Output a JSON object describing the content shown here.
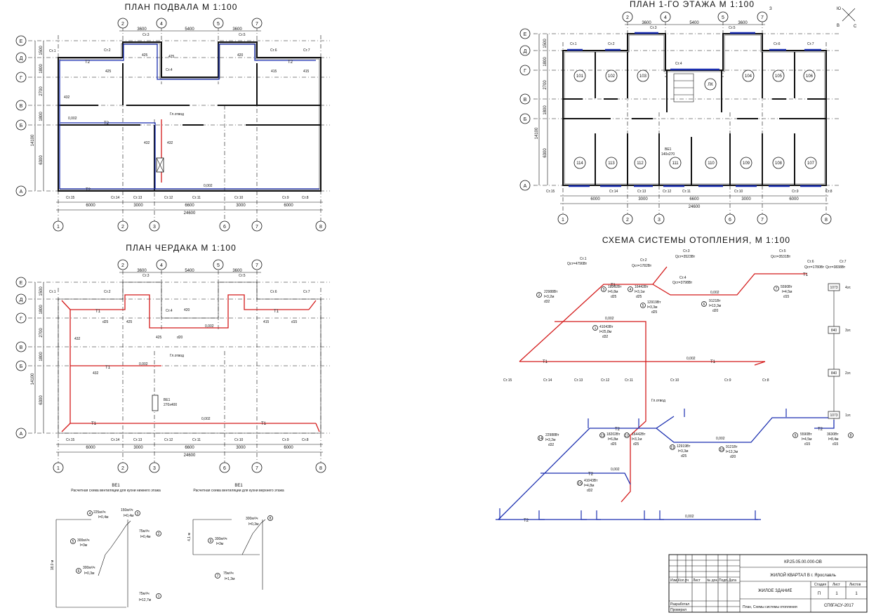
{
  "titles": {
    "basement": "ПЛАН ПОДВАЛА  М 1:100",
    "floor1": "ПЛАН 1-ГО ЭТАЖА  М 1:100",
    "attic": "ПЛАН ЧЕРДАКА  М 1:100",
    "scheme": "СХЕМА СИСТЕМЫ ОТОПЛЕНИЯ,  М 1:100"
  },
  "axes": {
    "rows": [
      "Е",
      "Д",
      "Г",
      "В",
      "Б",
      "А"
    ],
    "cols_bottom": [
      "1",
      "2",
      "3",
      "6",
      "7",
      "8"
    ],
    "cols_top": [
      "2",
      "4",
      "5",
      "7"
    ],
    "row_dims": [
      "1500",
      "1800",
      "2700",
      "1800",
      "6300"
    ],
    "total_height": "14100",
    "top_dims": [
      "3600",
      "5400",
      "3600"
    ],
    "bottom_dims": [
      "6000",
      "3000",
      "6600",
      "3000",
      "6000"
    ],
    "total_width": "24600"
  },
  "risers_top": [
    "Ст.1",
    "Ст.2",
    "Ст.3",
    "Ст.4",
    "Ст.5",
    "Ст.6",
    "Ст.7"
  ],
  "risers_bottom": [
    "Ст.15",
    "Ст.14",
    "Ст.13",
    "Ст.12",
    "Ст.11",
    "Ст.10",
    "Ст.9",
    "Ст.8"
  ],
  "pipe_labels": {
    "d25": "425",
    "d32": "432",
    "d20": "420",
    "d15": "415",
    "slope": "0,002",
    "t1": "Т1",
    "t2": "Т2",
    "gas": "Гл.отвод",
    "d25b": "d25",
    "d15b": "d15",
    "d32b": "d32",
    "d20b": "d20"
  },
  "rooms": [
    "101",
    "102",
    "103",
    "ЛК",
    "104",
    "105",
    "106",
    "114",
    "113",
    "112",
    "111",
    "110",
    "109",
    "108",
    "107"
  ],
  "compass": {
    "n": "Ю",
    "s": "С",
    "w": "В",
    "e": "З"
  },
  "vent": {
    "label": "ВЕ1",
    "size": "140х270",
    "size_attic": "270х400"
  },
  "scheme": {
    "risers": [
      {
        "name": "Ст.1",
        "q": "Qст=4796Вт"
      },
      {
        "name": "Ст.2",
        "q": "Qст=1782Вт"
      },
      {
        "name": "Ст.3",
        "q": "Qст=3523Вт"
      },
      {
        "name": "Ст.4",
        "q": "Qст=3798Вт"
      },
      {
        "name": "Ст.5",
        "q": "Qст=3531Вт"
      },
      {
        "name": "Ст.6",
        "q": "Qст=1780Вт"
      },
      {
        "name": "Ст.7",
        "q": "Qст=3838Вт"
      }
    ],
    "segments": [
      {
        "n": "2",
        "q": "22988Вт",
        "l": "l=3,2м",
        "d": "d32"
      },
      {
        "n": "3",
        "q": "18202Вт",
        "l": "l=6,8м",
        "d": "d25"
      },
      {
        "n": "4",
        "q": "16442Вт",
        "l": "l=3,1м",
        "d": "d25"
      },
      {
        "n": "5",
        "q": "12919Вт",
        "l": "l=3,3м",
        "d": "d25"
      },
      {
        "n": "6",
        "q": "9121Вт",
        "l": "l=13,3м",
        "d": "d20"
      },
      {
        "n": "7",
        "q": "5590Вт",
        "l": "l=4,5м",
        "d": "d15"
      },
      {
        "n": "1",
        "q": "41043Вт",
        "l": "l=25,8м",
        "d": "d32"
      }
    ],
    "floors": [
      {
        "label": "4эт.",
        "value": "1073"
      },
      {
        "label": "3эт.",
        "value": "840"
      },
      {
        "label": "2эт.",
        "value": "840"
      },
      {
        "label": "1эт.",
        "value": "1073"
      }
    ],
    "return_segments": [
      {
        "n": "14",
        "q": "22988Вт",
        "l": "l=3,2м",
        "d": "d32"
      },
      {
        "n": "13",
        "q": "18202Вт",
        "l": "l=6,8м",
        "d": "d25"
      },
      {
        "n": "12",
        "q": "16442Вт",
        "l": "l=3,1м",
        "d": "d25"
      },
      {
        "n": "11",
        "q": "12919Вт",
        "l": "l=3,3м",
        "d": "d25"
      },
      {
        "n": "10",
        "q": "9121Вт",
        "l": "l=13,3м",
        "d": "d20"
      },
      {
        "n": "9",
        "q": "5590Вт",
        "l": "l=4,5м",
        "d": "d15"
      },
      {
        "n": "15",
        "q": "41043Вт",
        "l": "l=4,8м",
        "d": "d32"
      },
      {
        "n": "8",
        "q": "3630Вт",
        "l": "l=8,4м",
        "d": "d15"
      }
    ]
  },
  "vent_schemes": [
    {
      "id": "ВЕ1",
      "caption": "Расчетная схема вентиляции для кухни нижнего этажа",
      "height": "18,0 м",
      "points": [
        {
          "n": "4",
          "flow": "225м³/ч",
          "l": "l=0,4м"
        },
        {
          "n": "3",
          "flow": "150м³/ч",
          "l": "l=0,4м"
        },
        {
          "n": "2",
          "flow": "75м³/ч",
          "l": "l=0,4м"
        },
        {
          "n": "5",
          "flow": "300м³/ч",
          "l": "l=3м"
        },
        {
          "n": "6",
          "flow": "300м³/ч",
          "l": "l=0,3м"
        },
        {
          "n": "1",
          "flow": "75м³/ч",
          "l": "l=12,7м"
        }
      ]
    },
    {
      "id": "ВЕ1",
      "caption": "Расчетная схема вентиляции для кухни верхнего этажа",
      "height": "4,1 м",
      "points": [
        {
          "n": "8",
          "flow": "300м³/ч",
          "l": "l=0,3м"
        },
        {
          "n": "9",
          "flow": "300м³/ч",
          "l": "l=3м"
        },
        {
          "n": "7",
          "flow": "75м³/ч",
          "l": "l=1,3м"
        }
      ]
    }
  ],
  "stamp": {
    "code": "КР.25.05.00.000-ОВ",
    "project": "ЖИЛОЙ КВАРТАЛ В г. Ярославль",
    "object": "ЖИЛОЕ ЗДАНИЕ",
    "sheet_title": "План, Схемы системы отопления",
    "org": "СПбГАСУ-2017",
    "stage_h": "Стадия",
    "sheet_h": "Лист",
    "sheets_h": "Листов",
    "stage": "П",
    "sheet": "1",
    "sheets": "1",
    "cols": [
      "Изм.",
      "Кол.уч",
      "Лист",
      "№ док.",
      "Подп.",
      "Дата"
    ],
    "developer": "Разработал",
    "checker": "Проверил"
  }
}
